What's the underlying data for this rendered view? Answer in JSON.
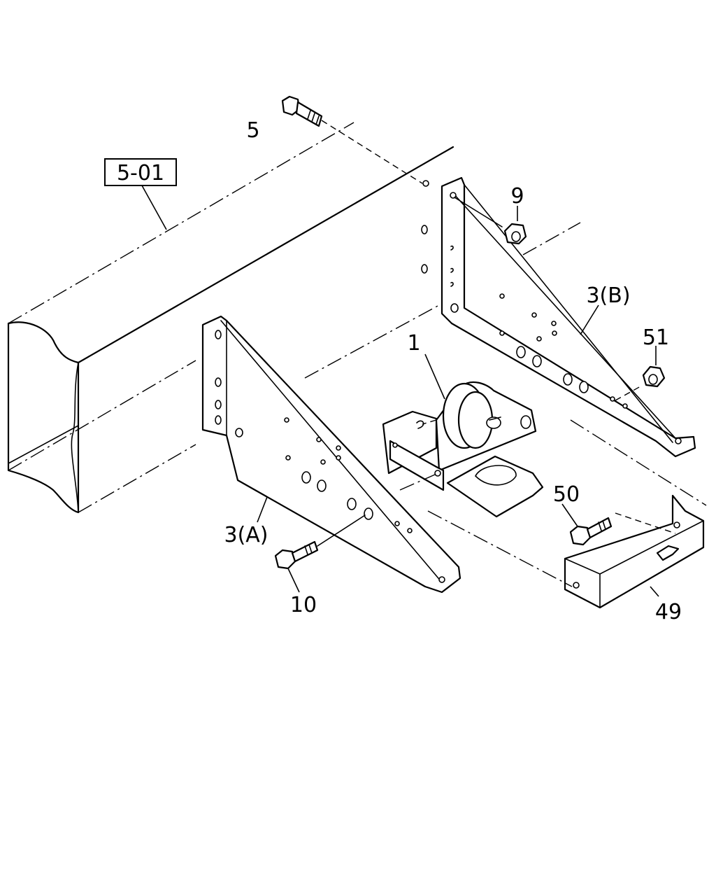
{
  "reference_box": {
    "label": "5-01"
  },
  "callouts": {
    "p1": "1",
    "p3a": "3(A)",
    "p3b": "3(B)",
    "p5": "5",
    "p9": "9",
    "p10": "10",
    "p49": "49",
    "p50": "50",
    "p51": "51"
  },
  "colors": {
    "line": "#000000",
    "background": "#ffffff"
  }
}
